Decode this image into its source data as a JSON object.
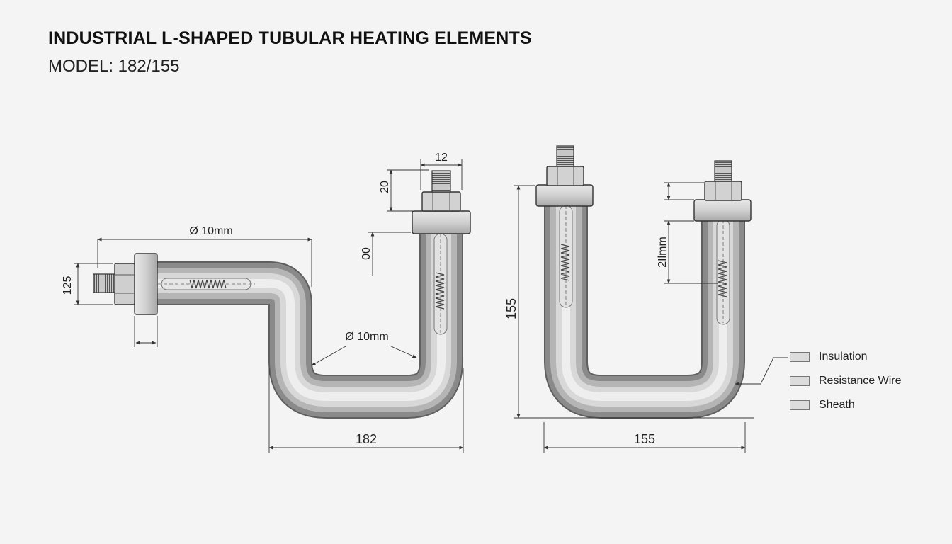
{
  "header": {
    "title": "INDUSTRIAL L-SHAPED TUBULAR HEATING ELEMENTS",
    "model": "MODEL: 182/155"
  },
  "left_view": {
    "dims": {
      "thread_width": "12",
      "nut_height": "20",
      "flange_offset": "00",
      "horizontal_length": "Ø 10mm",
      "terminal_height": "125",
      "bend_diameter": "Ø 10mm",
      "overall_width": "182"
    }
  },
  "right_view": {
    "dims": {
      "overall_height": "155",
      "wire_length": "2Ilmm",
      "overall_width": "155"
    }
  },
  "legend": {
    "items": [
      "Insulation",
      "Resistance Wire",
      "Sheath"
    ]
  },
  "colors": {
    "tube_dark": "#8f8f8f",
    "tube_light": "#f2f2f2",
    "line": "#333333"
  }
}
